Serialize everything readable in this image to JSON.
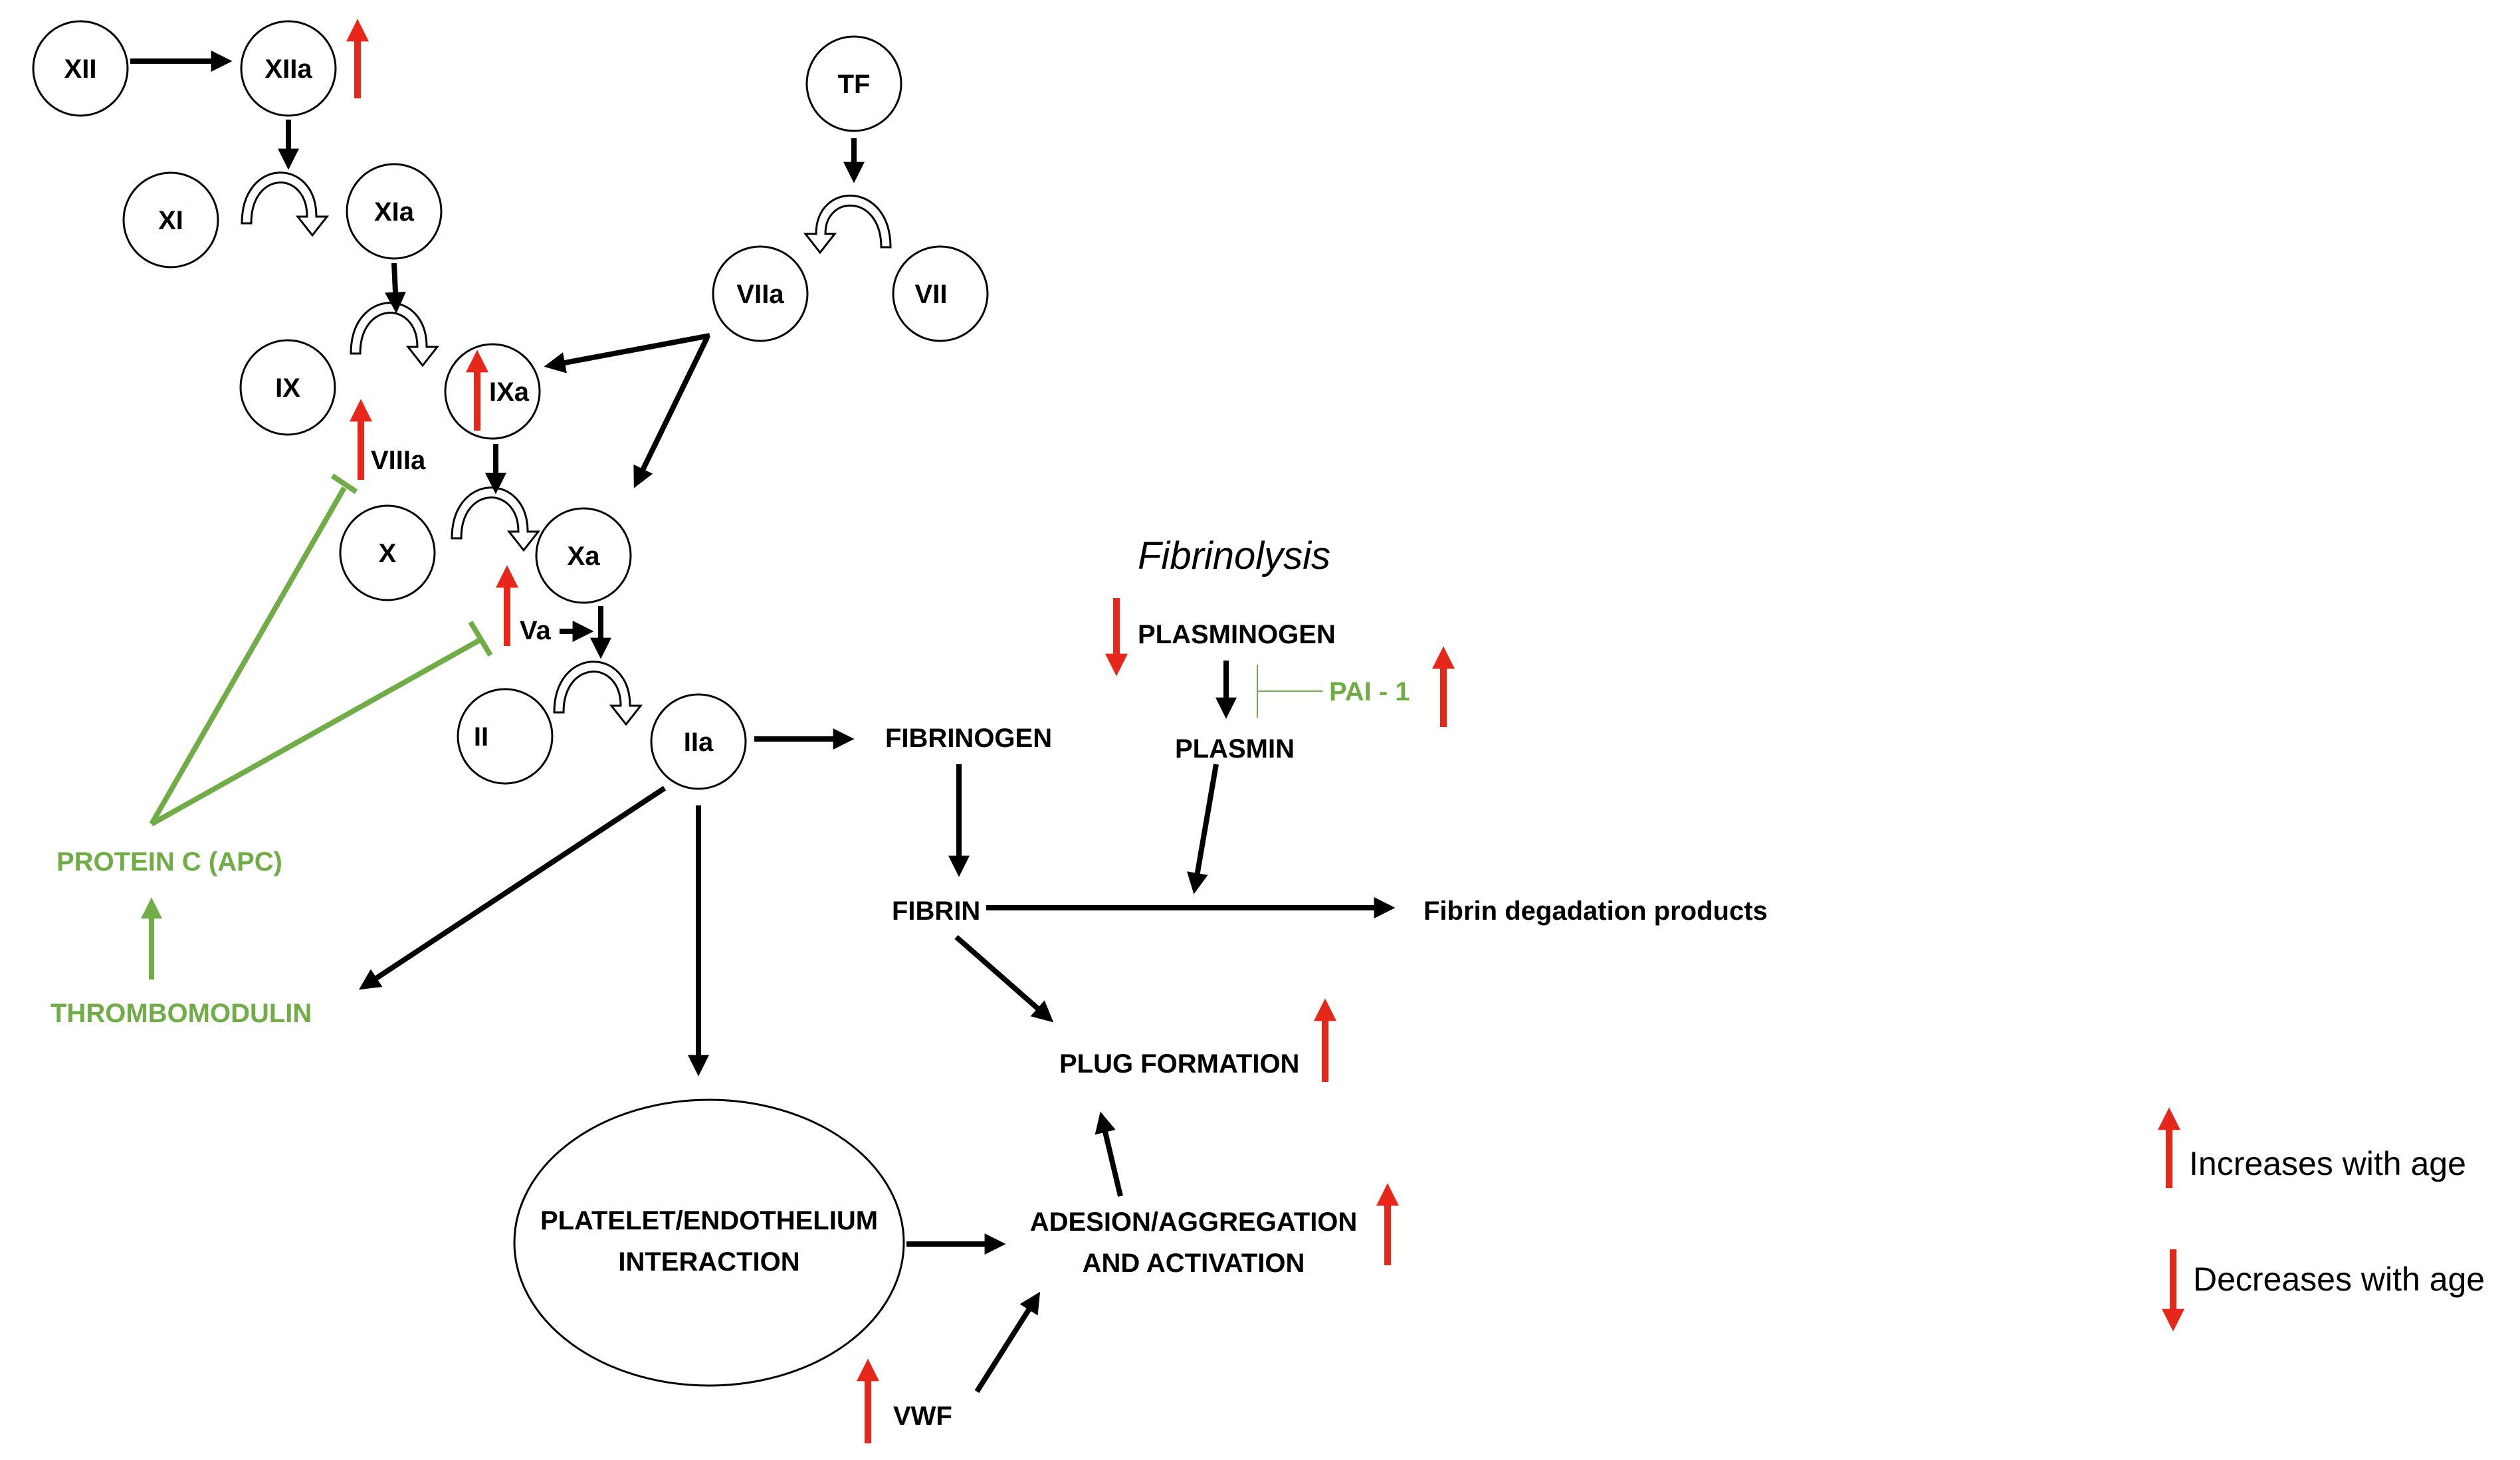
{
  "colors": {
    "black": "#000000",
    "green": "#70ad47",
    "red": "#e8271b"
  },
  "factors": {
    "xii": "XII",
    "xiia": "XIIa",
    "xi": "XI",
    "xia": "XIa",
    "ix": "IX",
    "ixa": "IXa",
    "viiia": "VIIIa",
    "x": "X",
    "xa": "Xa",
    "va": "Va",
    "ii": "II",
    "iia": "IIa",
    "tf": "TF",
    "viia": "VIIa",
    "vii": "VII"
  },
  "inhibitors": {
    "protein_c": "PROTEIN C (APC)",
    "thrombomodulin": "THROMBOMODULIN"
  },
  "fibrinolysis": {
    "title": "Fibrinolysis",
    "plasminogen": "PLASMINOGEN",
    "plasmin": "PLASMIN",
    "pai1": "PAI - 1"
  },
  "products": {
    "fibrinogen": "FIBRINOGEN",
    "fibrin": "FIBRIN",
    "degradation": "Fibrin degadation products",
    "plug": "PLUG FORMATION",
    "platelet_line1": "PLATELET/ENDOTHELIUM",
    "platelet_line2": "INTERACTION",
    "adhesion_line1": "ADESION/AGGREGATION",
    "adhesion_line2": "AND ACTIVATION",
    "vwf": "VWF"
  },
  "age_changes": {
    "increases": [
      "XIIa",
      "IXa",
      "VIIIa",
      "Va",
      "PAI - 1",
      "PLUG FORMATION",
      "ADESION/AGGREGATION AND ACTIVATION",
      "VWF"
    ],
    "decreases": [
      "PLASMINOGEN"
    ]
  },
  "legend": {
    "increases": "Increases with age",
    "decreases": "Decreases with age",
    "increase_icon": "red-up-arrow-icon",
    "decrease_icon": "red-down-arrow-icon"
  }
}
